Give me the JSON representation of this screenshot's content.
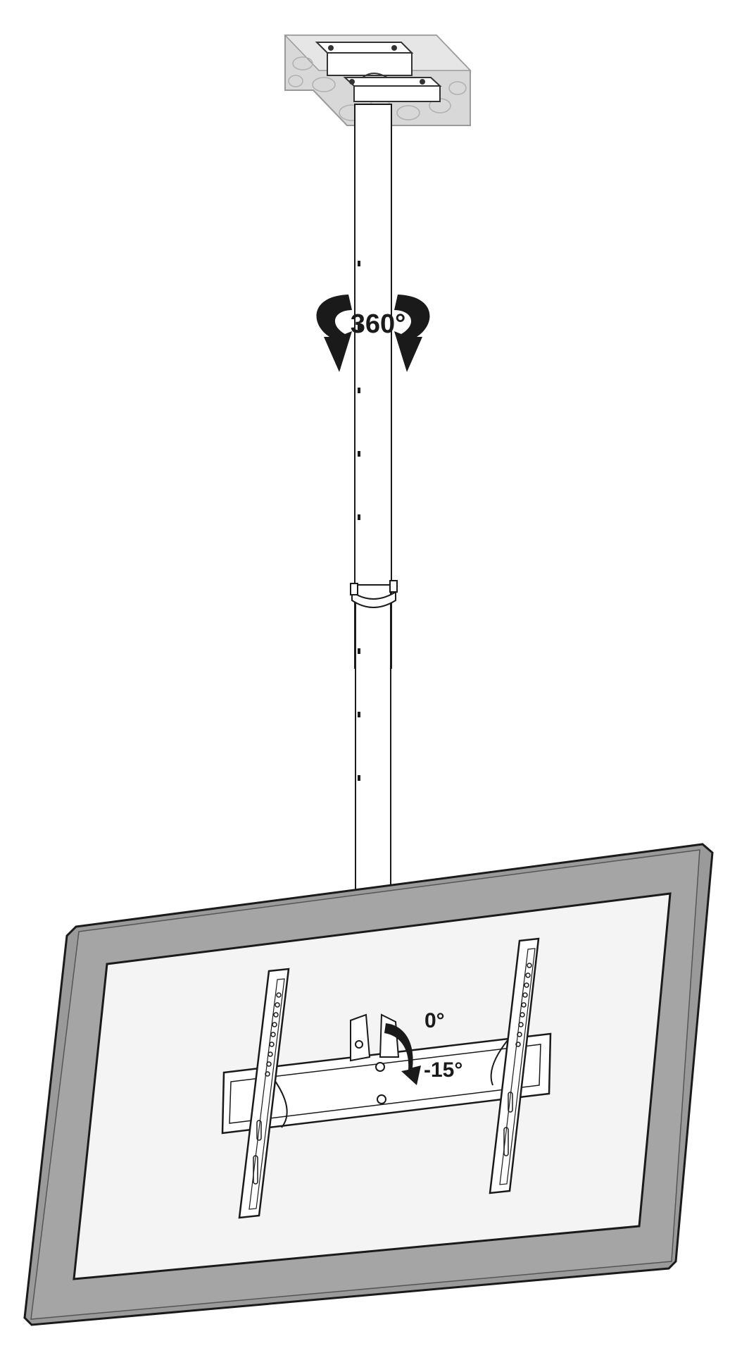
{
  "labels": {
    "rotation": "360°",
    "tilt_top": "0°",
    "tilt_bottom": "-15°"
  },
  "colors": {
    "line": "#1a1a1a",
    "tv_frame": "#9a9a9a",
    "tv_screen": "#f4f4f4",
    "bracket": "#ffffff",
    "ceiling_block": "#d6d6d6"
  }
}
